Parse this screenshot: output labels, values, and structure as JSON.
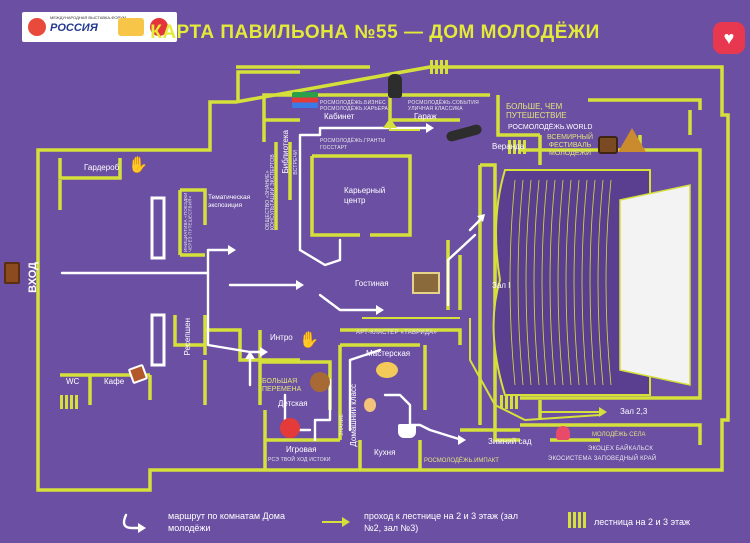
{
  "header": {
    "logo_name": "РОССИЯ",
    "logo_tag": "МЕЖДУНАРОДНАЯ ВЫСТАВКА-ФОРУМ",
    "title": "КАРТА ПАВИЛЬОНА №55 — ДОМ МОЛОДЁЖИ"
  },
  "rooms": {
    "entrance": "ВХОД",
    "wardrobe": "Гардероб",
    "wc": "WC",
    "cafe": "Кафе",
    "reception": "Ресепшен",
    "exhibit": "Тематическая экспозиция",
    "exhibit_side": "ИНИЦИАТИВА «ПОЕЗДКИ ЧЕРЕЗ ПУТЕШЕСТВИЯ»",
    "library": "Библиотека",
    "library_side": "ОБЩЕСТВО «ЗНАНИЕ» КОНСУЛЬТАЦИИ ЭКСПЕРТОВ",
    "meetings_side": "ВСТРЕЧИ",
    "cabinet": "Кабинет",
    "cabinet_tag": "РОСМОЛОДЁЖЬ.БИЗНЕС РОСМОЛОДЁЖЬ.КАРЬЕРА",
    "garage": "Гараж",
    "garage_tag": "РОСМОЛОДЁЖЬ.СОБЫТИЯ УЛИЧНАЯ КЛАССИКА",
    "veranda": "Веранда",
    "more_than": "БОЛЬШЕ, ЧЕМ ПУТЕШЕСТВИЕ",
    "world": "РОСМОЛОДЁЖЬ.WORLD",
    "festival": "ВСЕМИРНЫЙ ФЕСТИВАЛЬ МОЛОДЁЖИ",
    "career": "Карьерный центр",
    "career_tag": "РОСМОЛОДЁЖЬ.ГРАНТЫ ГОССТАРТ",
    "living": "Гостиная",
    "hall1": "Зал I",
    "intro": "Интро",
    "art_cluster": "АРТ-КЛАСТЕР «ТАВРИДА»",
    "big_break": "БОЛЬШАЯ ПЕРЕМЕНА",
    "kids": "Детская",
    "workshop": "Мастерская",
    "home_class": "Домашний класс",
    "znanie": "ЗНАНИЕ",
    "playroom": "Игровая",
    "playroom_tag": "РСЭ ТВОЙ ХОД ИСТОКИ",
    "kitchen": "Кухня",
    "impact": "РОСМОЛОДЁЖЬ.ИМПАКТ",
    "winter_garden": "Зимний сад",
    "hall23": "Зал 2,3",
    "youth_village": "МОЛОДЁЖЬ СЕЛА",
    "eco_baikal": "ЭКОЦЕХ БАЙКАЛЬСК",
    "eco_reserve": "ЭКОСИСТЕМА ЗАПОВЕДНЫЙ КРАЙ"
  },
  "legend": {
    "route": "маршрут по комнатам Дома молодёжи",
    "passage": "проход к лестнице на 2 и 3 этаж (зал №2, зал №3)",
    "stairs": "лестница на 2 и 3 этаж"
  },
  "colors": {
    "background": "#6b4fa3",
    "walls": "#d5e03a",
    "title": "#e4ea39",
    "route": "#ffffff",
    "heart_badge": "#e8384f"
  }
}
